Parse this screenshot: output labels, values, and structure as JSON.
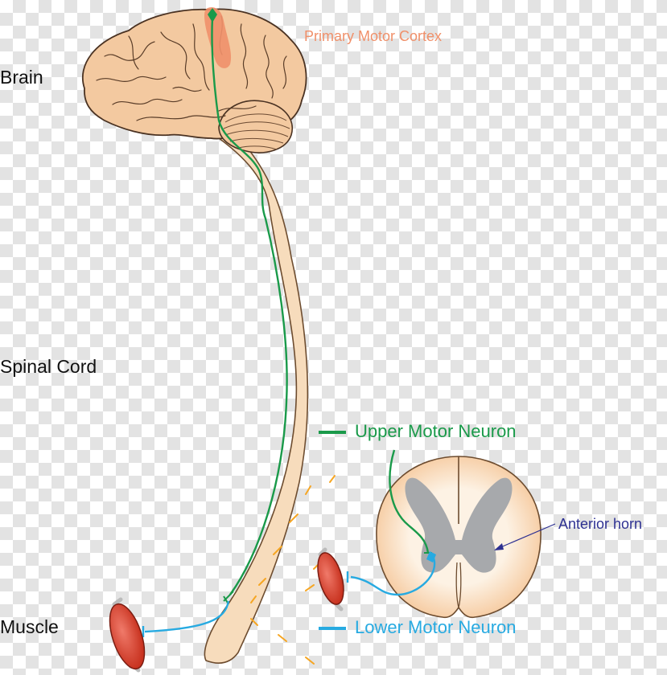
{
  "labels": {
    "brain": "Brain",
    "spinal_cord": "Spinal Cord",
    "muscle": "Muscle",
    "primary_motor_cortex": "Primary Motor Cortex",
    "anterior_horn": "Anterior horn"
  },
  "legend": {
    "upper": "Upper Motor Neuron",
    "lower": "Lower Motor Neuron"
  },
  "colors": {
    "upper_motor_neuron": "#1a9a4a",
    "lower_motor_neuron": "#27aae1",
    "cortex": "#f0906a",
    "brain_fill": "#f3c9a0",
    "spinal_cord_fill": "#f7dcbc",
    "gray_matter": "#a7a9ac",
    "muscle": "#e04a3a",
    "anterior_horn_label": "#2e3192",
    "nerve_dashes": "#f6a623"
  }
}
